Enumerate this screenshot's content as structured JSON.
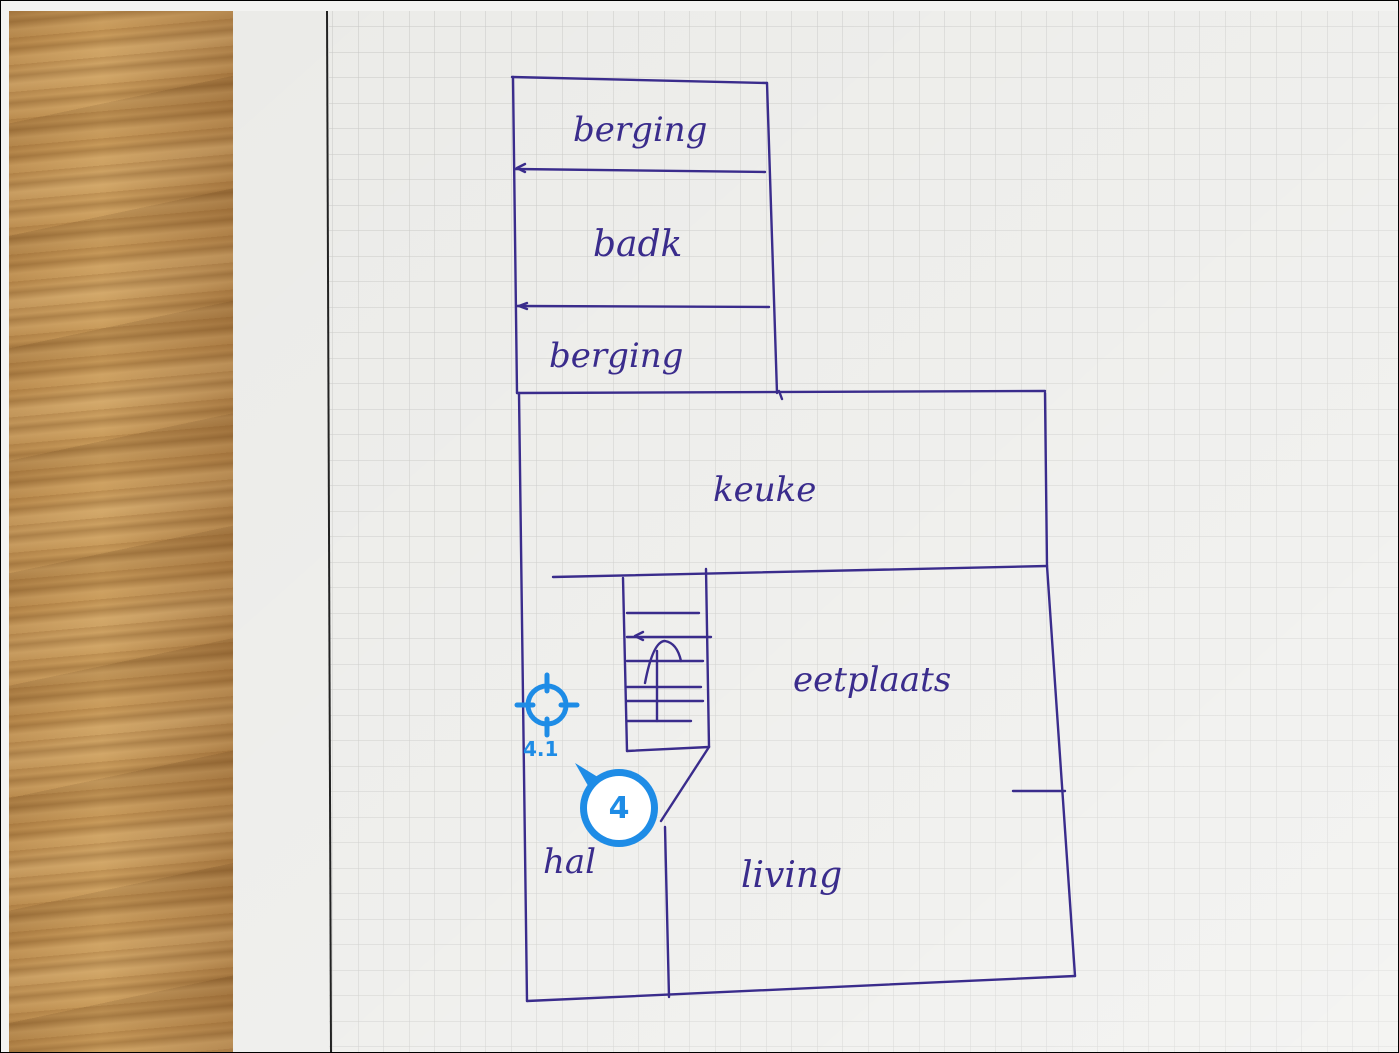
{
  "floorplan": {
    "rooms": [
      {
        "key": "berging_top",
        "label": "berging"
      },
      {
        "key": "bad",
        "label": "badk"
      },
      {
        "key": "berging_bottom",
        "label": "berging"
      },
      {
        "key": "keuken",
        "label": "keuke"
      },
      {
        "key": "eetplaats",
        "label": "eetplaats"
      },
      {
        "key": "hal",
        "label": "hal"
      },
      {
        "key": "living",
        "label": "living"
      }
    ]
  },
  "annotation": {
    "target_label": "4.1",
    "badge_number": "4",
    "color": "#1e8ce6"
  },
  "colors": {
    "ink": "#3a2c8c",
    "paper": "#ebebe8",
    "grid": "#c9c9c6",
    "wood": "#c89a5a"
  }
}
